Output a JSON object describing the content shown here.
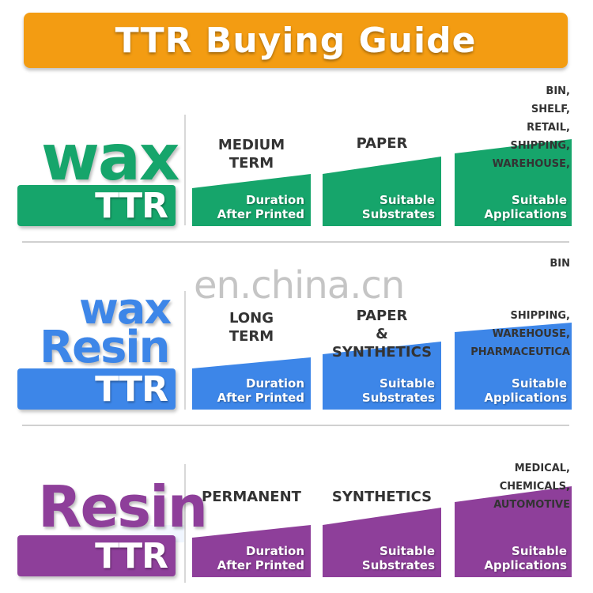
{
  "banner": {
    "title": "TTR Buying Guide",
    "color": "#f39c12"
  },
  "colors": {
    "wax": "#16a56b",
    "wax_resin": "#3d86e8",
    "resin": "#8e3f9a"
  },
  "rows": {
    "wax": {
      "brand_word": "wax",
      "brand_ttr": "TTR",
      "duration": {
        "value_line1": "MEDIUM",
        "value_line2": "TERM",
        "label_line1": "Duration",
        "label_line2": "After Printed"
      },
      "substrates": {
        "value_line1": "PAPER",
        "label_line1": "Suitable",
        "label_line2": "Substrates"
      },
      "applications": {
        "items": [
          "BIN,",
          "SHELF,",
          "RETAIL,",
          "SHIPPING,",
          "WAREHOUSE,"
        ],
        "label_line1": "Suitable",
        "label_line2": "Applications"
      }
    },
    "wax_resin": {
      "brand_word1": "wax",
      "brand_word2": "Resin",
      "brand_ttr": "TTR",
      "duration": {
        "value_line1": "LONG",
        "value_line2": "TERM",
        "label_line1": "Duration",
        "label_line2": "After Printed"
      },
      "substrates": {
        "value_line1": "PAPER",
        "value_line2": "&",
        "value_line3": "SYNTHETICS",
        "label_line1": "Suitable",
        "label_line2": "Substrates"
      },
      "applications": {
        "items": [
          "BIN",
          "SHIPPING,",
          "WAREHOUSE,",
          "PHARMACEUTICA"
        ],
        "label_line1": "Suitable",
        "label_line2": "Applications"
      }
    },
    "resin": {
      "brand_word": "Resin",
      "brand_ttr": "TTR",
      "duration": {
        "value_line1": "PERMANENT",
        "label_line1": "Duration",
        "label_line2": "After Printed"
      },
      "substrates": {
        "value_line1": "SYNTHETICS",
        "label_line1": "Suitable",
        "label_line2": "Substrates"
      },
      "applications": {
        "items": [
          "MEDICAL,",
          "CHEMICALS,",
          "AUTOMOTIVE"
        ],
        "label_line1": "Suitable",
        "label_line2": "Applications"
      }
    }
  },
  "watermark": "en.china.cn"
}
